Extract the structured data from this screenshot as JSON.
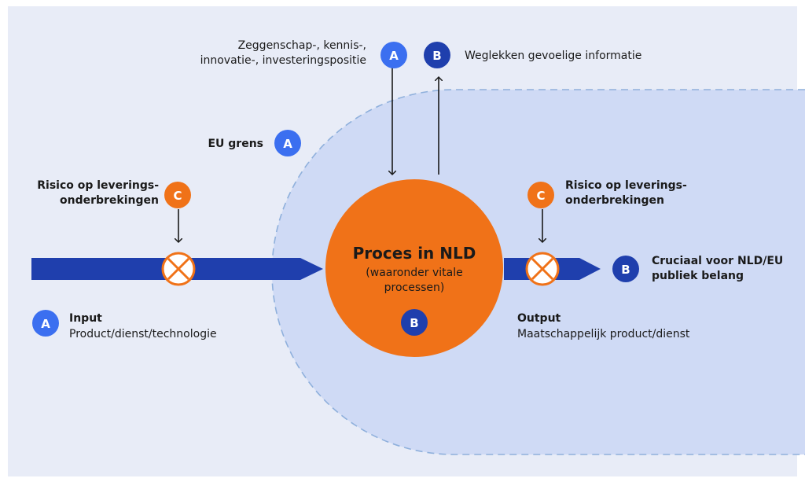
{
  "colors": {
    "background": "#e8ecf7",
    "zone_fill": "#cfdaf5",
    "zone_border": "#8fb0dc",
    "arrow_blue": "#1f3fad",
    "orange": "#f07218",
    "badge_a": "#3b6ff0",
    "badge_b": "#1f3fad",
    "badge_c": "#f07218"
  },
  "top_left_label": {
    "line1": "Zeggenschap-, kennis-,",
    "line2": "innovatie-, investeringspositie"
  },
  "top_right_label": "Weglekken gevoelige informatie",
  "eu_label": "EU grens",
  "risk_left": {
    "line1": "Risico op leverings-",
    "line2": "onderbrekingen"
  },
  "risk_right": {
    "line1": "Risico op leverings-",
    "line2": "onderbrekingen"
  },
  "process": {
    "title": "Proces in NLD",
    "sub_line1": "(waaronder vitale",
    "sub_line2": "processen)"
  },
  "input": {
    "title": "Input",
    "subtitle": "Product/dienst/technologie"
  },
  "output": {
    "title": "Output",
    "subtitle": "Maatschappelijk product/dienst"
  },
  "crucial": {
    "line1": "Cruciaal voor NLD/EU",
    "line2": "publiek belang"
  },
  "badges": {
    "a": "A",
    "b": "B",
    "c": "C"
  },
  "icons": {
    "disruption": "x-circle-icon",
    "arrow": "arrow-icon"
  }
}
